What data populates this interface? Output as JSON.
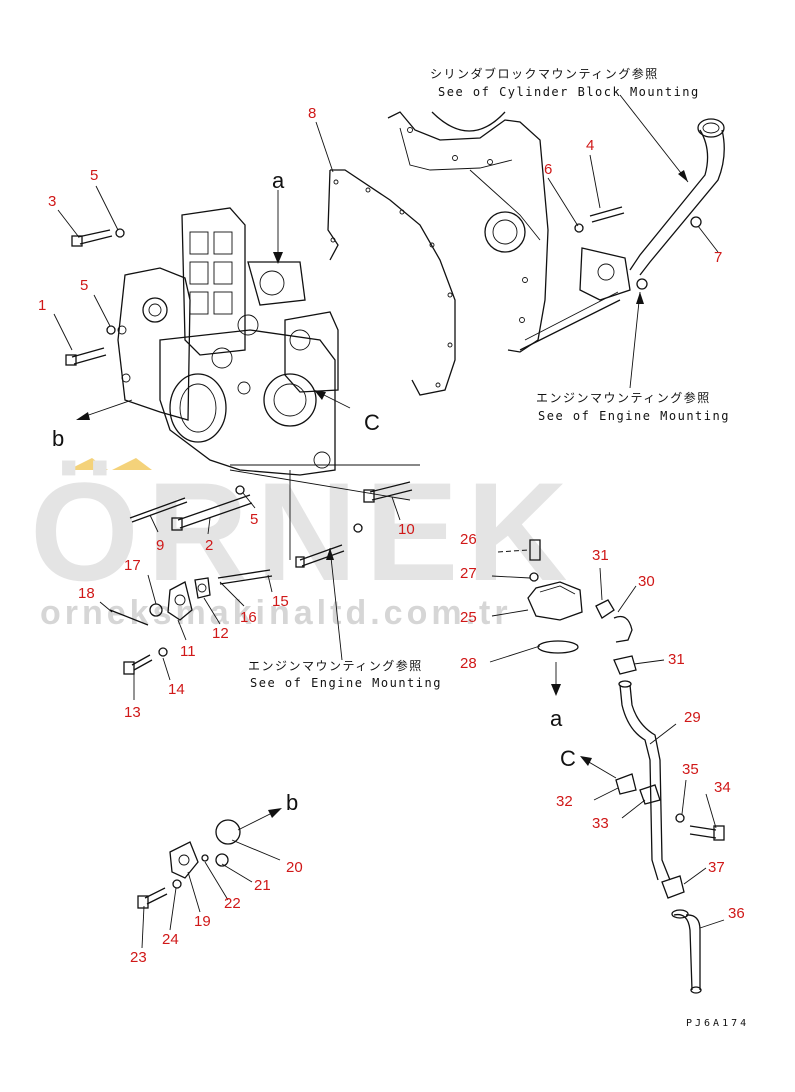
{
  "watermark": {
    "brand": "ÖRNEK",
    "site": "orneksmakinaltd.com.tr",
    "accent_color": "#f4d27a"
  },
  "references": {
    "cylinder_block_jp": "シリンダブロックマウンティング参照",
    "cylinder_block_en": "See of Cylinder Block Mounting",
    "engine_mount_1_jp": "エンジンマウンティング参照",
    "engine_mount_1_en": "See of Engine Mounting",
    "engine_mount_2_jp": "エンジンマウンティング参照",
    "engine_mount_2_en": "See of Engine Mounting"
  },
  "view_letters": {
    "a_top": "a",
    "b_left": "b",
    "c_right": "C",
    "a_bottom": "a",
    "c_lower": "C",
    "b_lower": "b"
  },
  "callouts": {
    "n1": "1",
    "n2": "2",
    "n3": "3",
    "n4": "4",
    "n5a": "5",
    "n5b": "5",
    "n5c": "5",
    "n6": "6",
    "n7": "7",
    "n8": "8",
    "n9": "9",
    "n10": "10",
    "n11": "11",
    "n12": "12",
    "n13": "13",
    "n14": "14",
    "n15": "15",
    "n16": "16",
    "n17": "17",
    "n18": "18",
    "n19": "19",
    "n20": "20",
    "n21": "21",
    "n22": "22",
    "n23": "23",
    "n24": "24",
    "n25": "25",
    "n26": "26",
    "n27": "27",
    "n28": "28",
    "n29": "29",
    "n30": "30",
    "n31a": "31",
    "n31b": "31",
    "n32": "32",
    "n33": "33",
    "n34": "34",
    "n35": "35",
    "n36": "36",
    "n37": "37"
  },
  "drawing_code": "PJ6A174"
}
